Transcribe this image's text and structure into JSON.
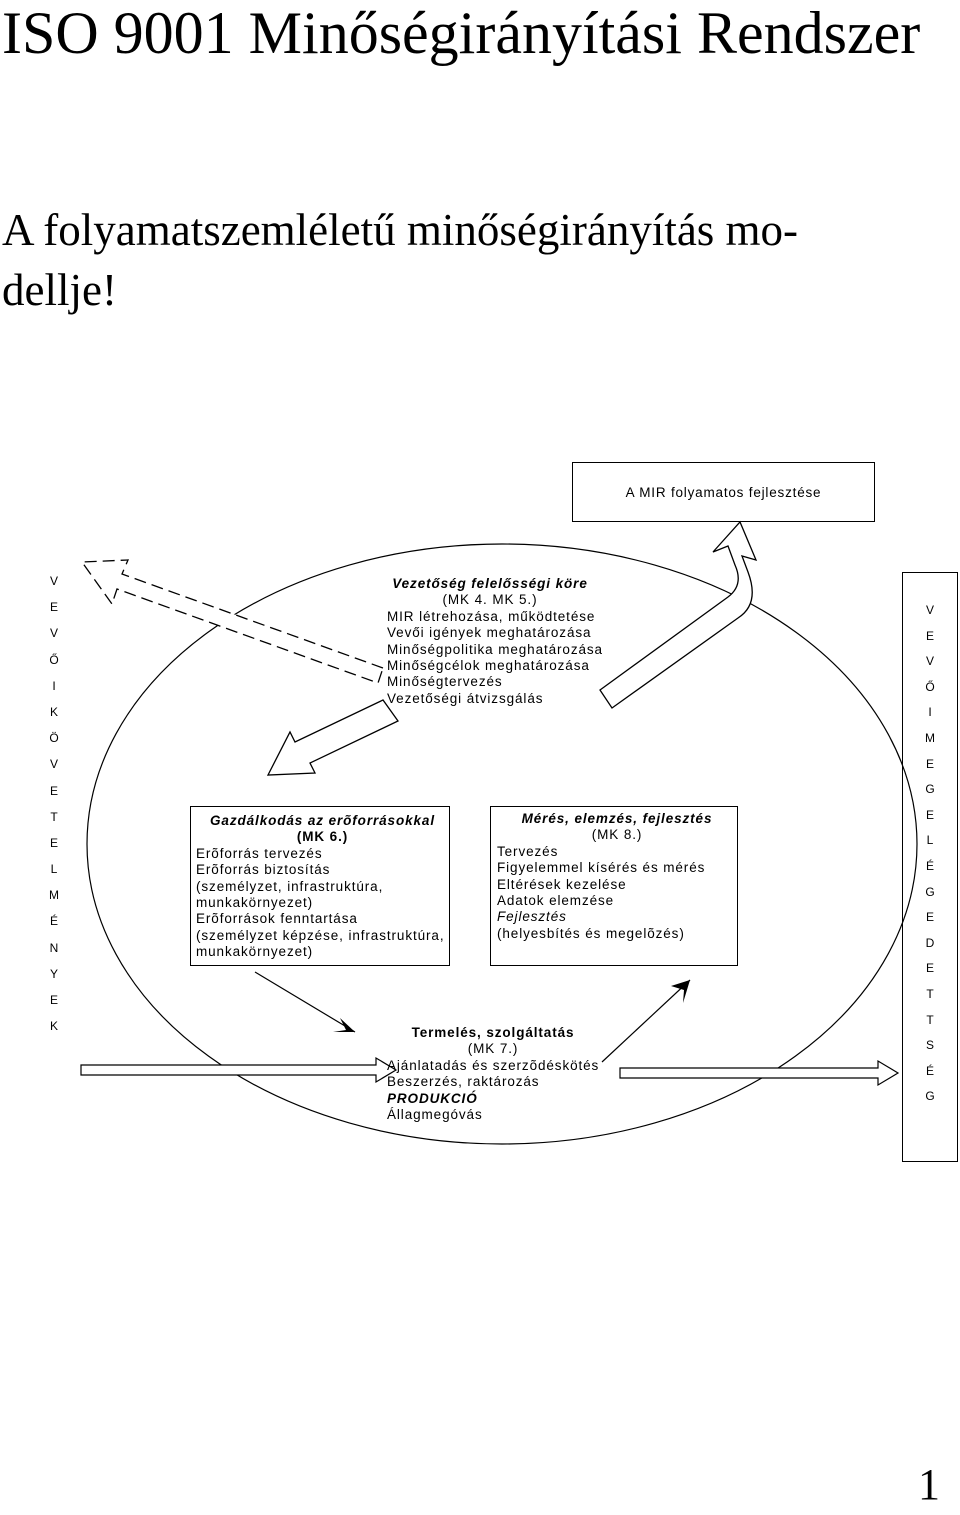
{
  "title": "ISO 9001 Minőségirányítási Rendszer",
  "subtitle": "A folyamatszemléletű minőségirányítás mo-dellje!",
  "improvement_label": "A MIR folyamatos fejlesztése",
  "left_vertical": [
    "V",
    "E",
    "V",
    "Ő",
    "I",
    "K",
    "Ö",
    "V",
    "E",
    "T",
    "E",
    "L",
    "M",
    "É",
    "N",
    "Y",
    "E",
    "K"
  ],
  "right_vertical": [
    "V",
    "E",
    "V",
    "Ő",
    "I",
    "M",
    "E",
    "G",
    "E",
    "L",
    "É",
    "G",
    "E",
    "D",
    "E",
    "T",
    "T",
    "S",
    "É",
    "G"
  ],
  "top_box": {
    "heading": "Vezetőség felelősségi köre",
    "ref": "(MK 4. MK 5.)",
    "lines": [
      "MIR létrehozása, működtetése",
      "Vevői igények meghatározása",
      "Minőségpolitika meghatározása",
      "Minőségcélok meghatározása",
      "Minőségtervezés",
      "Vezetőségi átvizsgálás"
    ]
  },
  "left_box": {
    "heading": "Gazdálkodás az erõforrásokkal",
    "ref": "(MK 6.)",
    "lines": [
      "Erõforrás tervezés",
      "Erõforrás biztosítás",
      "(személyzet, infrastruktúra,",
      "munkakörnyezet)",
      "Erõforrások fenntartása",
      "(személyzet képzése, infrastruktúra,",
      "munkakörnyezet)"
    ]
  },
  "right_box": {
    "heading": "Mérés, elemzés, fejlesztés",
    "ref": "(MK 8.)",
    "lines": [
      "Tervezés",
      "Figyelemmel kísérés és mérés",
      "Eltérések kezelése",
      "Adatok elemzése"
    ],
    "italic_line": "Fejlesztés",
    "last_line": "(helyesbítés és megelõzés)"
  },
  "bottom_box": {
    "heading": "Termelés, szolgáltatás",
    "ref": "(MK 7.)",
    "lines": [
      "Ajánlatadás és szerzõdéskötés",
      "Beszerzés, raktározás"
    ],
    "emphasis_line": "PRODUKCIÓ",
    "last_line": "Állagmegóvás"
  },
  "page_number": "1"
}
